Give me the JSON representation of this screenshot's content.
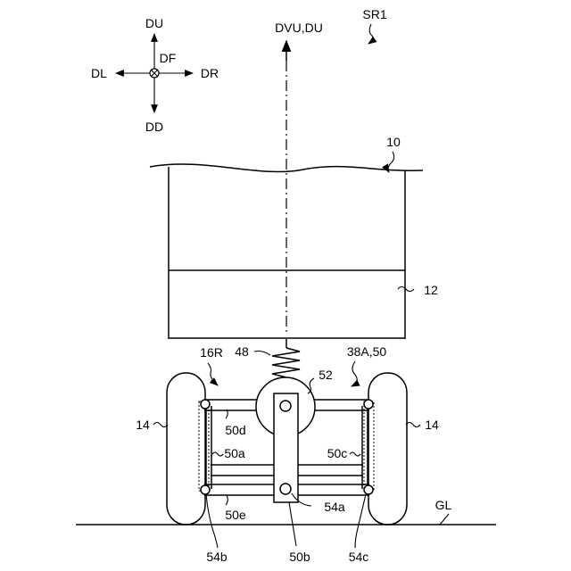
{
  "figure": {
    "sheet_label": "SR1",
    "axis_label": "DVU,DU",
    "compass": {
      "up": "DU",
      "down": "DD",
      "left": "DL",
      "right": "DR",
      "front": "DF"
    },
    "labels": {
      "body": "10",
      "lower_body": "12",
      "assembly": "16R",
      "spring": "48",
      "actuator": "52",
      "suspension": "38A,50",
      "wheel_left": "14",
      "wheel_right": "14",
      "link_upper": "50d",
      "link_left": "50a",
      "link_right": "50c",
      "link_lower": "50e",
      "joint_center": "54a",
      "joint_left": "54b",
      "joint_right": "54c",
      "center_member": "50b",
      "ground": "GL"
    }
  }
}
